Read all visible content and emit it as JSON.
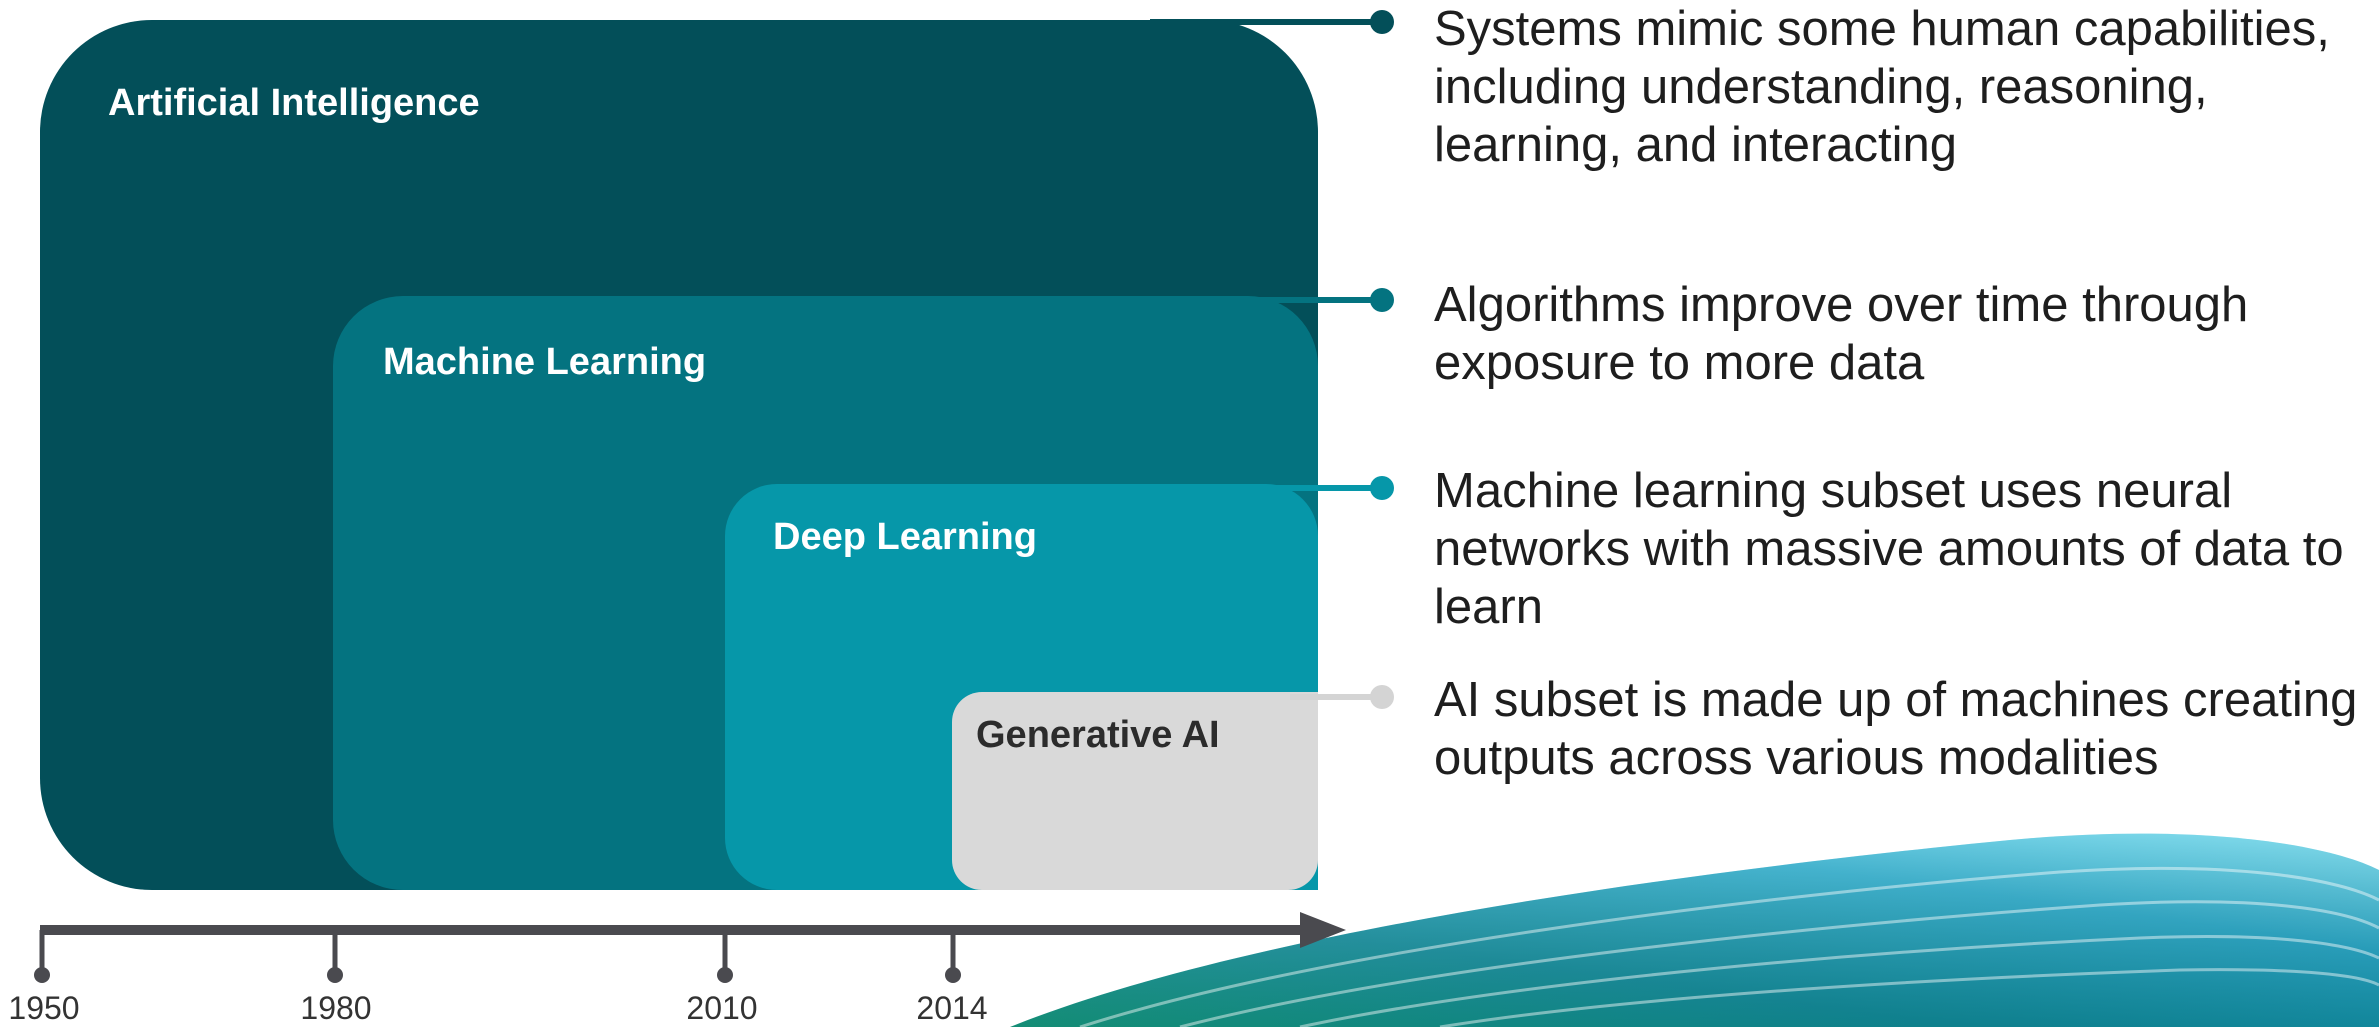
{
  "categories": [
    {
      "id": "ai",
      "title": "Artificial Intelligence",
      "description": "Systems mimic some human capabilities, including understanding, reasoning, learning, and interacting",
      "color": "#034f59"
    },
    {
      "id": "ml",
      "title": "Machine Learning",
      "description": "Algorithms improve over time through exposure to more data",
      "color": "#047380"
    },
    {
      "id": "dl",
      "title": "Deep Learning",
      "description": "Machine learning subset uses neural networks with massive amounts of data to learn",
      "color": "#0697a9"
    },
    {
      "id": "gen",
      "title": "Generative AI",
      "description": "AI subset is made up of machines creating outputs across various modalities",
      "color": "#d9d9d9"
    }
  ],
  "timeline": [
    "1950",
    "1980",
    "2010",
    "2014"
  ],
  "colors": {
    "connector_dark": "#034f59",
    "connector_mid": "#047380",
    "connector_light": "#0697a9",
    "connector_gray": "#d4d4d4",
    "axis": "#4a4a4f"
  }
}
